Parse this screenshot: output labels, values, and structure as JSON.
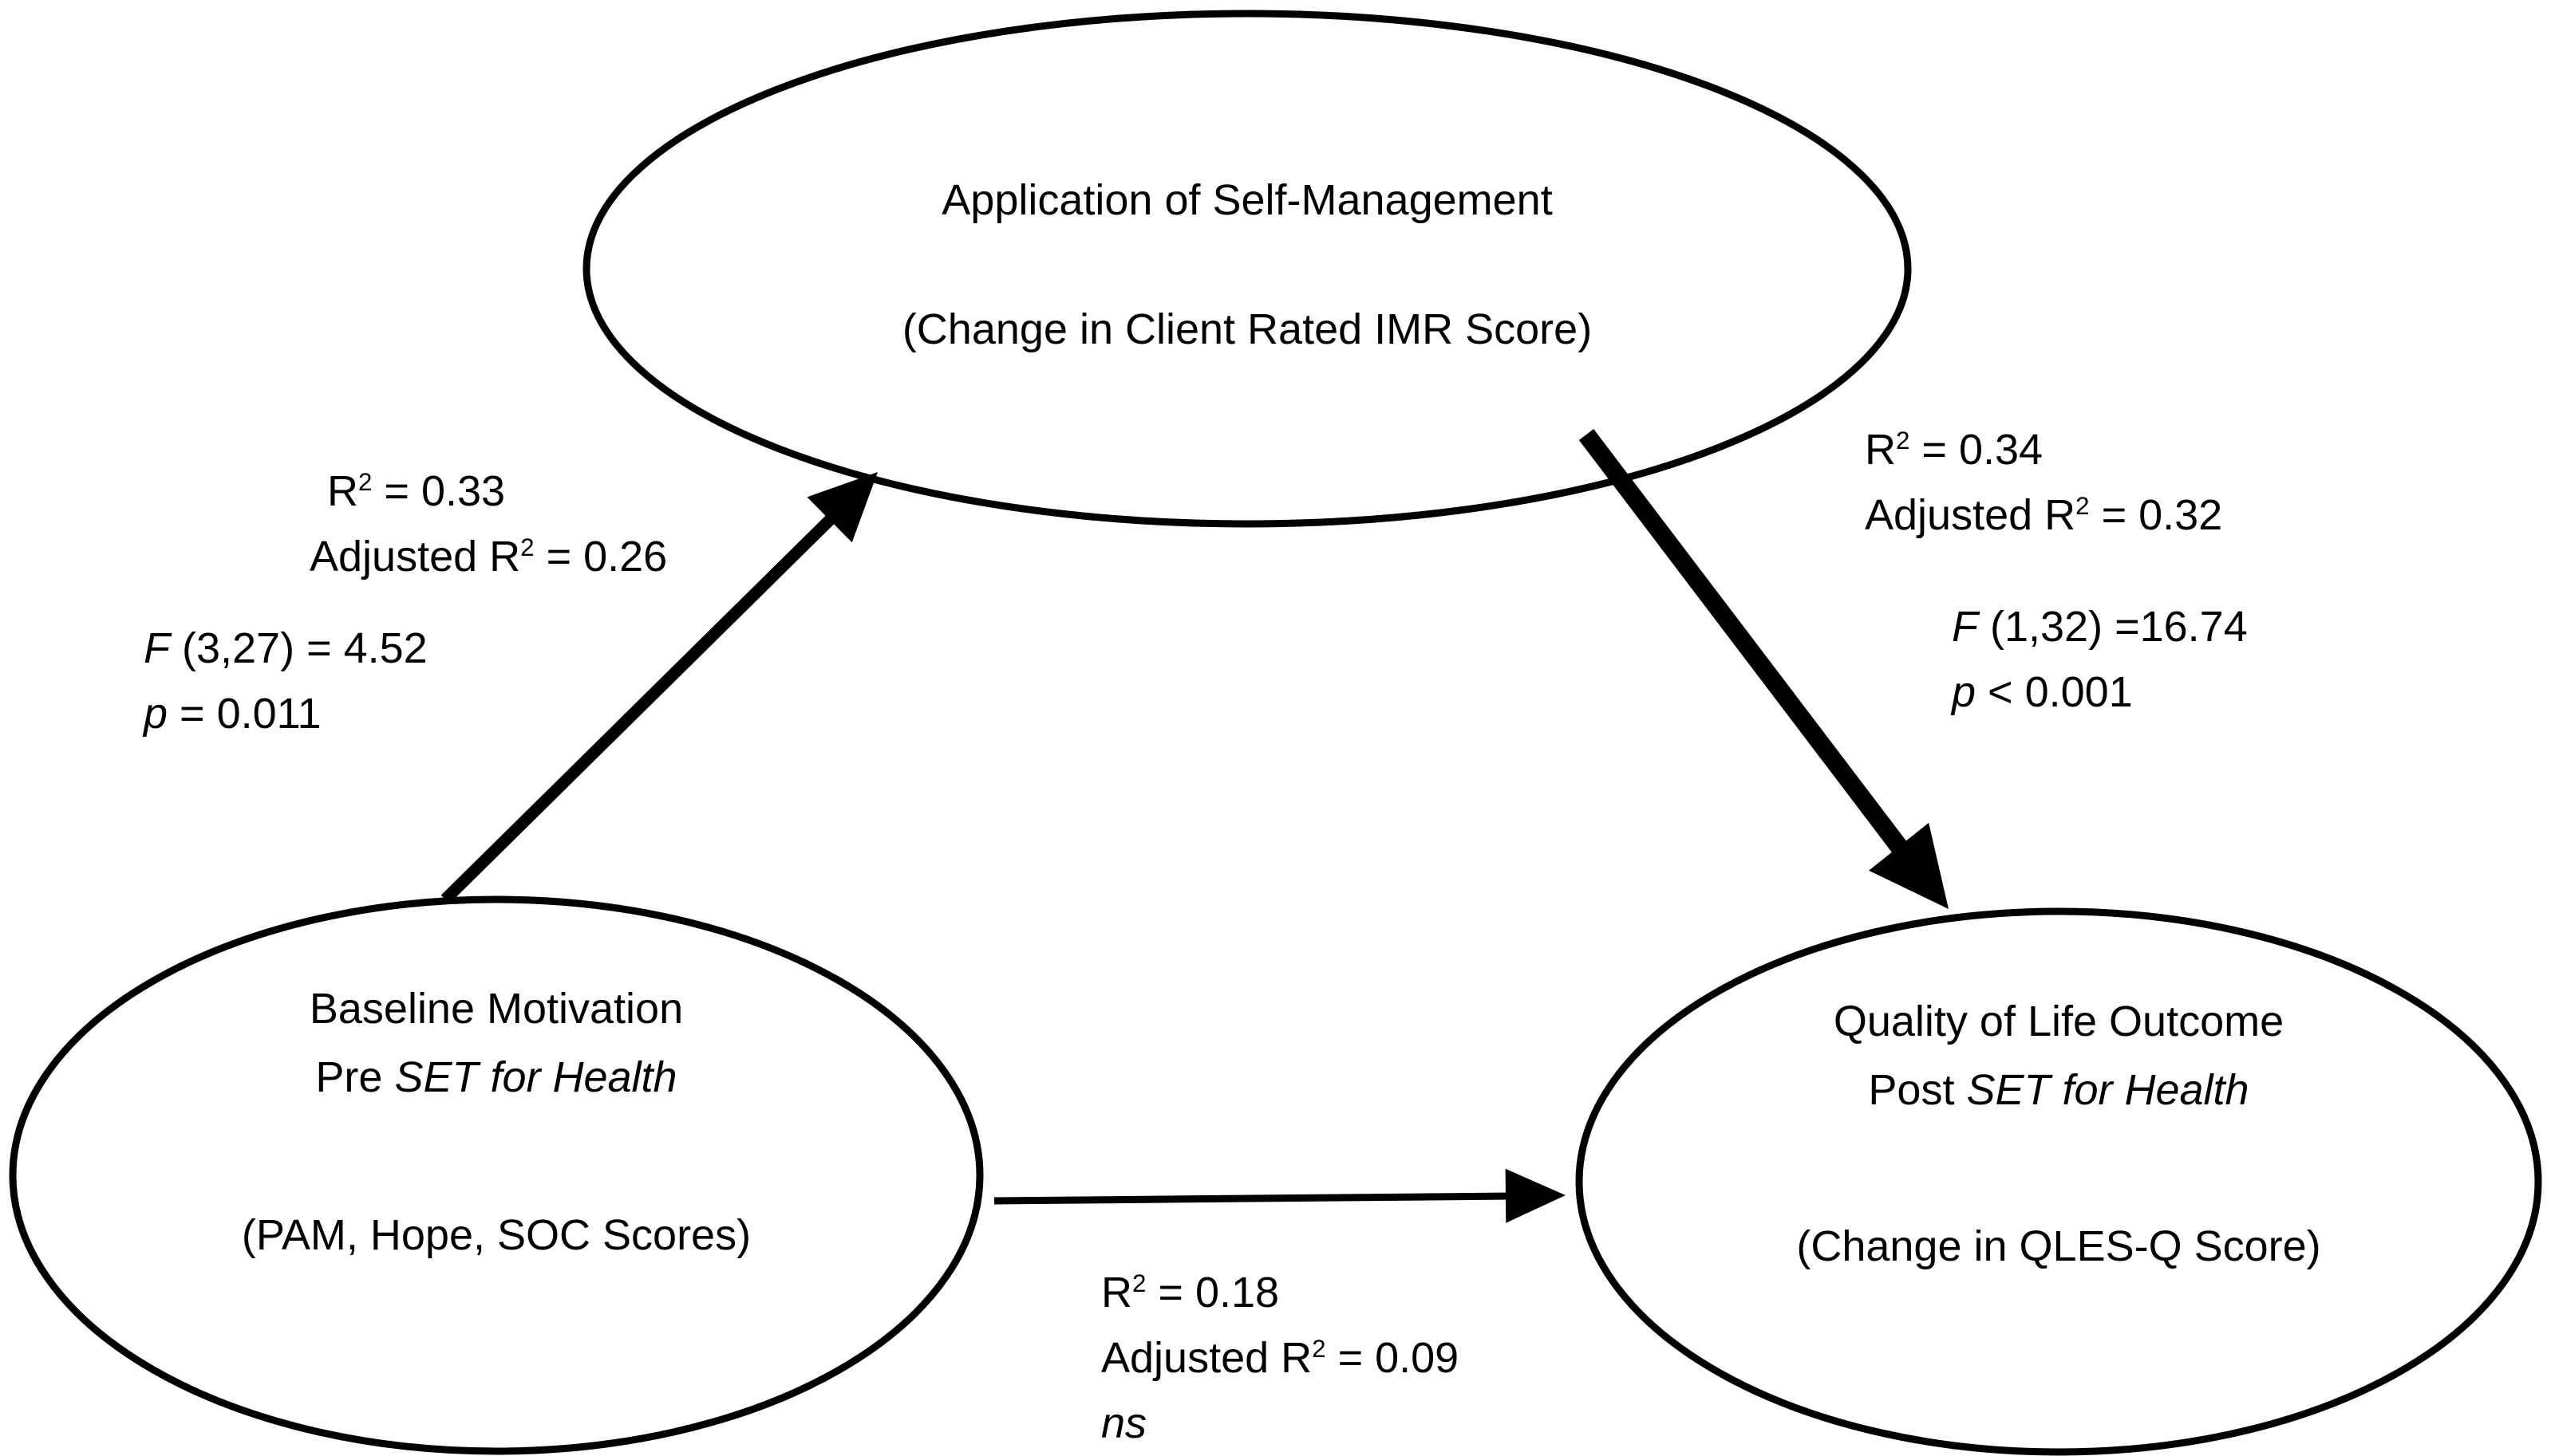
{
  "figure": {
    "type": "mediation-path-diagram",
    "colors": {
      "ink": "#000000",
      "paper": "#ffffff"
    },
    "nodes": {
      "mediator": {
        "line1": "Application of Self-Management",
        "line2": "(Change in Client Rated IMR Score)"
      },
      "predictor": {
        "line1": "Baseline Motivation",
        "line2_pre": "Pre ",
        "line2_italic": "SET for Health",
        "line3": "(PAM, Hope, SOC Scores)"
      },
      "outcome": {
        "line1": "Quality of Life Outcome",
        "line2_pre": "Post ",
        "line2_italic": "SET for Health",
        "line3": "(Change in QLES-Q Score)"
      }
    },
    "labels": {
      "path_a": {
        "r2": {
          "pre": "R",
          "sup": "2",
          "post": " = 0.33"
        },
        "adj": {
          "pre": "Adjusted R",
          "sup": "2",
          "post": " = 0.26"
        },
        "f": {
          "italic": "F",
          "post": " (3,27) = 4.52"
        },
        "p": {
          "italic": "p",
          "post": " = 0.011"
        }
      },
      "path_b": {
        "r2": {
          "pre": "R",
          "sup": "2",
          "post": " = 0.34"
        },
        "adj": {
          "pre": "Adjusted R",
          "sup": "2",
          "post": " = 0.32"
        },
        "f": {
          "italic": "F",
          "post": " (1,32) =16.74"
        },
        "p": {
          "italic": "p",
          "post": " < 0.001"
        }
      },
      "path_c": {
        "r2": {
          "pre": "R",
          "sup": "2",
          "post": " = 0.18"
        },
        "adj": {
          "pre": "Adjusted R",
          "sup": "2",
          "post": " = 0.09"
        },
        "ns": {
          "italic": "ns"
        }
      }
    }
  }
}
